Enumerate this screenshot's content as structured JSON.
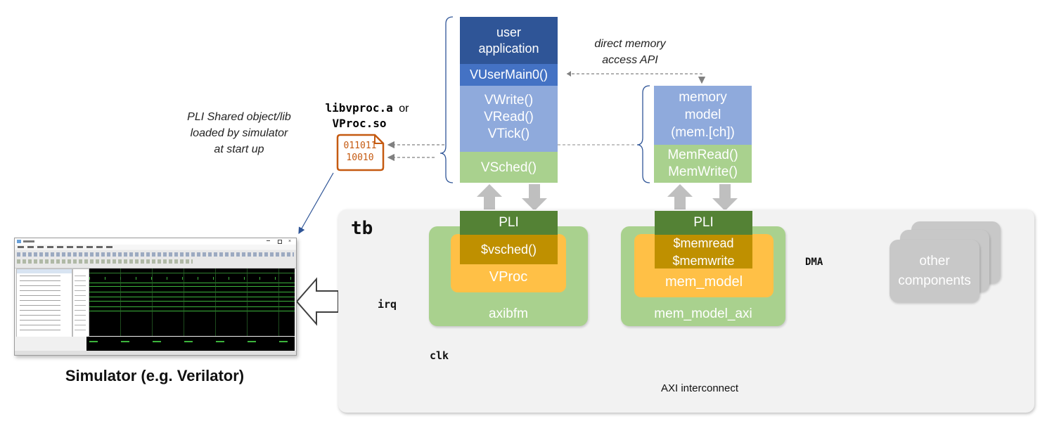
{
  "tb": {
    "label": "tb"
  },
  "stack": {
    "user_application": "user application",
    "vusermain": "VUserMain0()",
    "vwrite": "VWrite()",
    "vread": "VRead()",
    "vtick": "VTick()",
    "vsched": "VSched()"
  },
  "memory_model": {
    "title_line1": "memory",
    "title_line2": "model",
    "title_line3": "(mem.[ch])",
    "memread": "MemRead()",
    "memwrite": "MemWrite()"
  },
  "direct_memory_api": {
    "line1": "direct memory",
    "line2": "access API"
  },
  "library": {
    "name1": "libvproc.a",
    "or": "or",
    "name2": "VProc.so",
    "bits_line1": "011011",
    "bits_line2": "10010"
  },
  "pli_note": {
    "line1": "PLI Shared object/lib",
    "line2": "loaded by simulator",
    "line3": "at start up"
  },
  "axibfm": {
    "pli": "PLI",
    "vsched_task": "$vsched()",
    "vproc": "VProc",
    "name": "axibfm"
  },
  "mem_model_axi": {
    "pli": "PLI",
    "memread_task": "$memread",
    "memwrite_task": "$memwrite",
    "mem_model": "mem_model",
    "name": "mem_model_axi"
  },
  "other": {
    "line1": "other",
    "line2": "components"
  },
  "signals": {
    "irq": "irq",
    "clk": "clk",
    "dma": "DMA"
  },
  "bus": {
    "label": "AXI interconnect"
  },
  "simulator": {
    "caption": "Simulator (e.g. Verilator)"
  },
  "colors": {
    "dark_blue": "#2f5597",
    "mid_blue": "#4472c4",
    "light_blue": "#8faadc",
    "light_green": "#a9d18e",
    "dark_green": "#548235",
    "gold": "#bf9000",
    "orange": "#ffc046",
    "bus_blue": "#8faadc",
    "grey_arrow": "#bfbfbf",
    "lib_orange": "#c55a11"
  }
}
